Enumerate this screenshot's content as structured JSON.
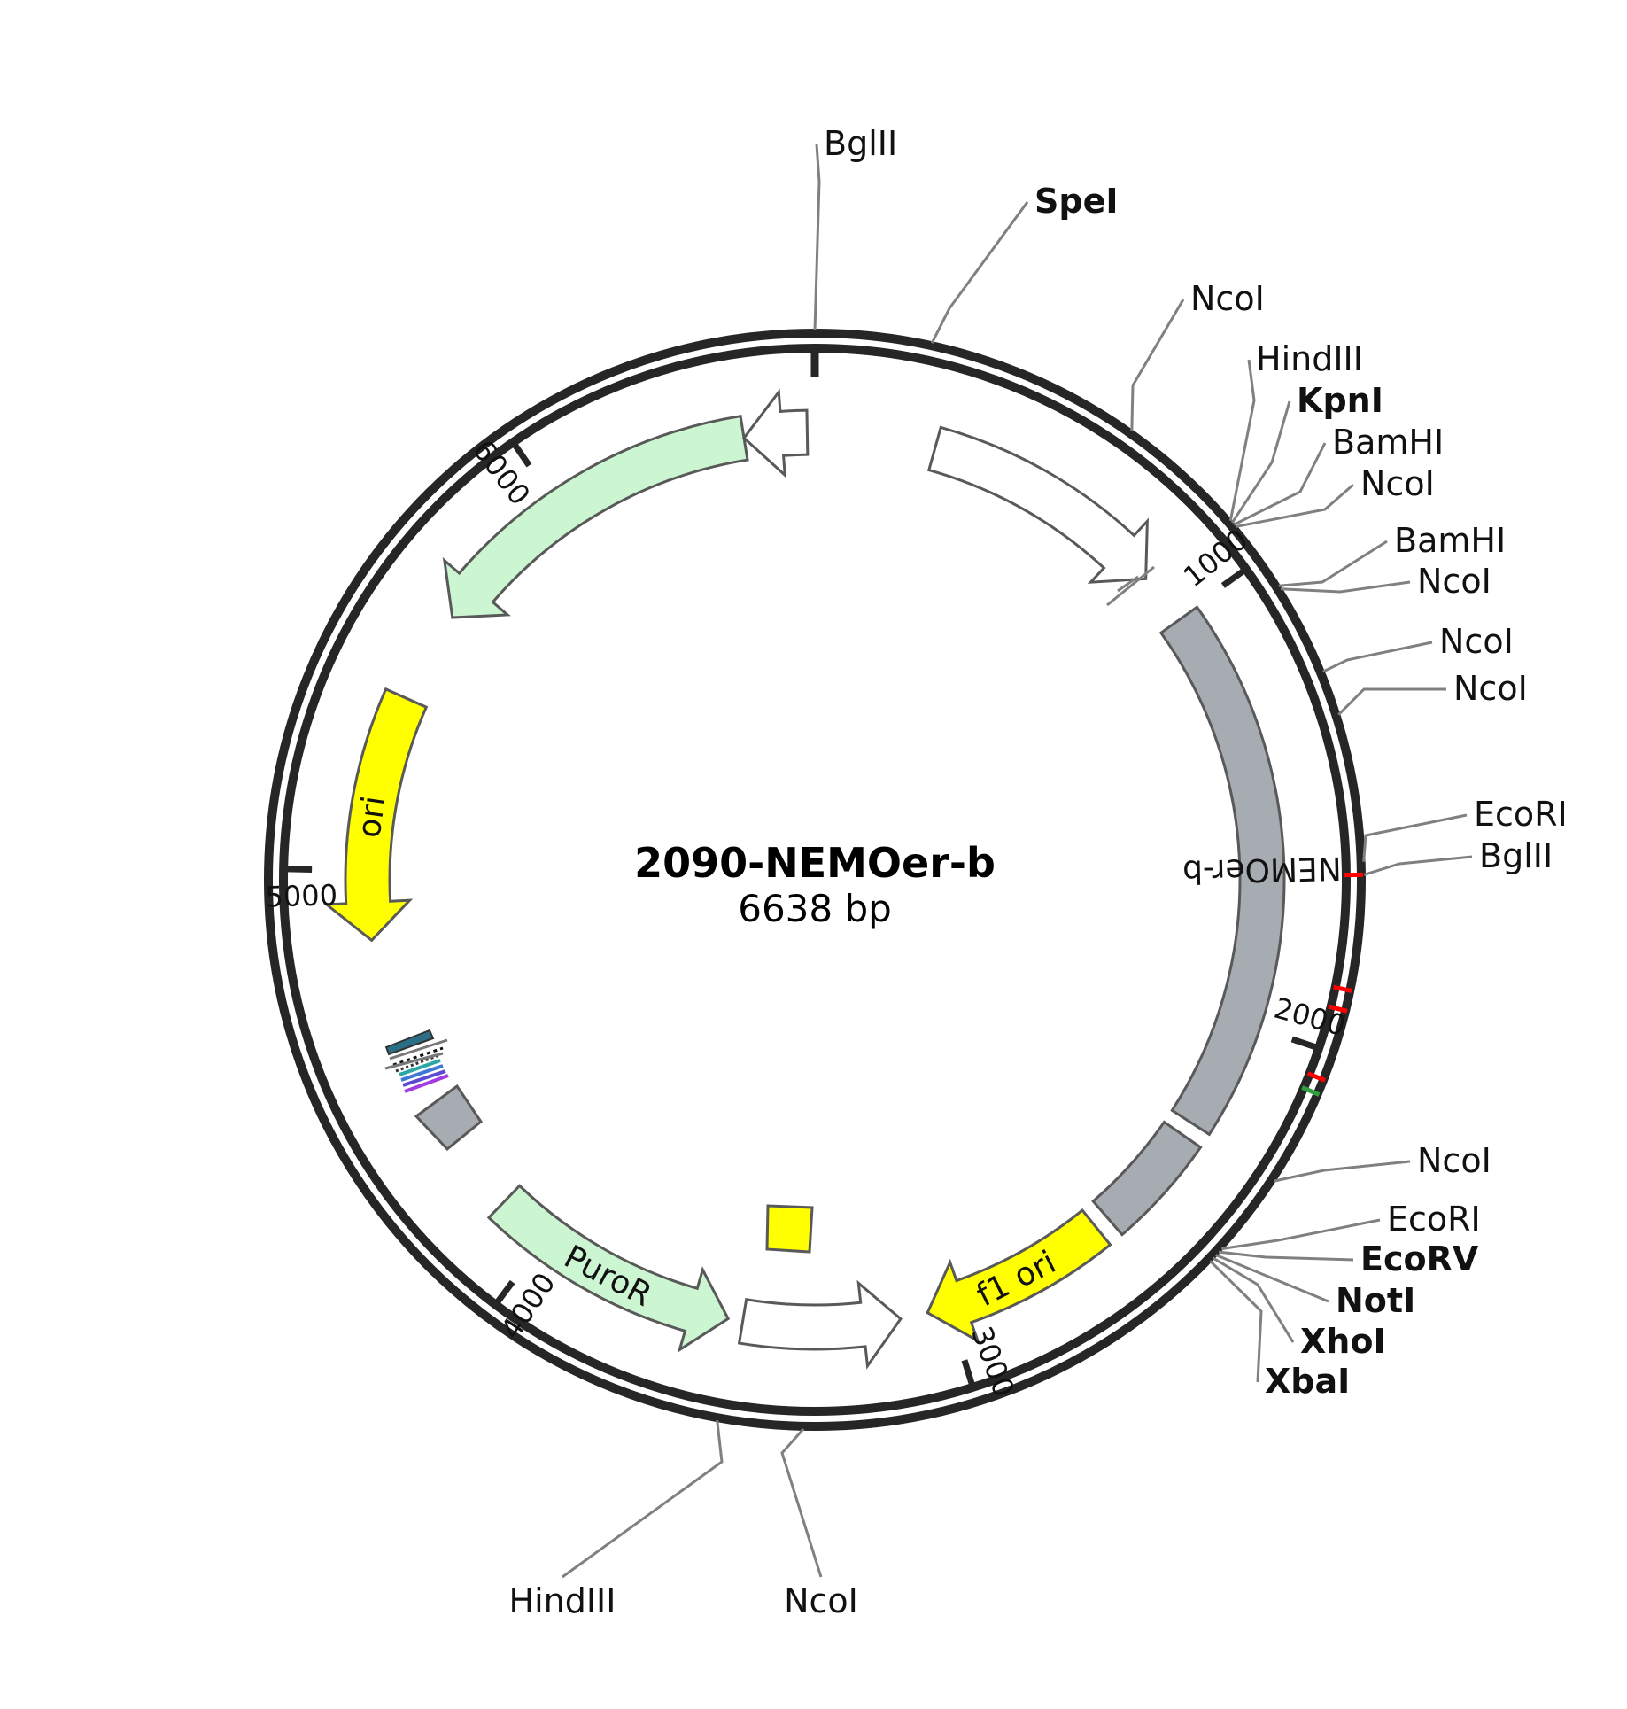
{
  "plasmid": {
    "name": "2090-NEMOer-b",
    "size_label": "6638 bp",
    "length_bp": 6638
  },
  "ticks": [
    {
      "bp": 1000,
      "label": "1000"
    },
    {
      "bp": 2000,
      "label": "2000"
    },
    {
      "bp": 3000,
      "label": "3000"
    },
    {
      "bp": 4000,
      "label": "4000"
    },
    {
      "bp": 5000,
      "label": "5000"
    },
    {
      "bp": 6000,
      "label": "6000"
    }
  ],
  "sites": [
    {
      "name": "BglII",
      "bp": 0,
      "bold": false
    },
    {
      "name": "SpeI",
      "bp": 227,
      "bold": true
    },
    {
      "name": "NcoI",
      "bp": 650,
      "bold": false
    },
    {
      "name": "HindIII",
      "bp": 907,
      "bold": false
    },
    {
      "name": "KpnI",
      "bp": 912,
      "bold": true
    },
    {
      "name": "BamHI",
      "bp": 917,
      "bold": false
    },
    {
      "name": "NcoI",
      "bp": 922,
      "bold": false
    },
    {
      "name": "BamHI",
      "bp": 1063,
      "bold": false
    },
    {
      "name": "NcoI",
      "bp": 1070,
      "bold": false
    },
    {
      "name": "NcoI",
      "bp": 1249,
      "bold": false
    },
    {
      "name": "NcoI",
      "bp": 1337,
      "bold": false
    },
    {
      "name": "EcoRI",
      "bp": 1625,
      "bold": false
    },
    {
      "name": "BglII",
      "bp": 1650,
      "bold": false
    },
    {
      "name": "NcoI",
      "bp": 2273,
      "bold": false
    },
    {
      "name": "EcoRI",
      "bp": 2438,
      "bold": false
    },
    {
      "name": "EcoRV",
      "bp": 2446,
      "bold": true
    },
    {
      "name": "NotI",
      "bp": 2454,
      "bold": true
    },
    {
      "name": "XhoI",
      "bp": 2462,
      "bold": true
    },
    {
      "name": "XbaI",
      "bp": 2470,
      "bold": true
    },
    {
      "name": "NcoI",
      "bp": 3341,
      "bold": false
    },
    {
      "name": "HindIII",
      "bp": 3508,
      "bold": false
    }
  ],
  "features": [
    {
      "name": "",
      "start": 287,
      "end": 880,
      "direction": "cw",
      "color": "#ffffff"
    },
    {
      "name": "NEMOer-b",
      "start": 1005,
      "end": 2265,
      "direction": "none",
      "color": "#a7abb2"
    },
    {
      "name": "",
      "start": 2300,
      "end": 2565,
      "direction": "none",
      "color": "#a7abb2"
    },
    {
      "name": "f1 ori",
      "start": 2600,
      "end": 3050,
      "direction": "cw",
      "color": "#ffff00"
    },
    {
      "name": "",
      "start": 3115,
      "end": 3490,
      "direction": "ccw",
      "color": "#ffffff"
    },
    {
      "name": "PuroR",
      "start": 3525,
      "end": 4130,
      "direction": "ccw",
      "color": "#ccf5d1"
    },
    {
      "name": "ori",
      "start": 4835,
      "end": 5420,
      "direction": "ccw",
      "color": "#ffff00"
    },
    {
      "name": "",
      "start": 5640,
      "end": 6470,
      "direction": "ccw",
      "color": "#ccf5d1"
    },
    {
      "name": "",
      "start": 6470,
      "end": 6620,
      "direction": "ccw",
      "color": "#ffffff"
    }
  ],
  "colors": {
    "backbone": "#262626",
    "primer_red": "#ff0000",
    "primer_green": "#2e9e3e",
    "leader": "#808080",
    "feature_stroke": "#595959"
  },
  "icons": {
    "small_square_yellow": "yellow-square-icon",
    "small_square_gray": "gray-square-icon",
    "small_stack": "misc-feature-stack-icon"
  }
}
